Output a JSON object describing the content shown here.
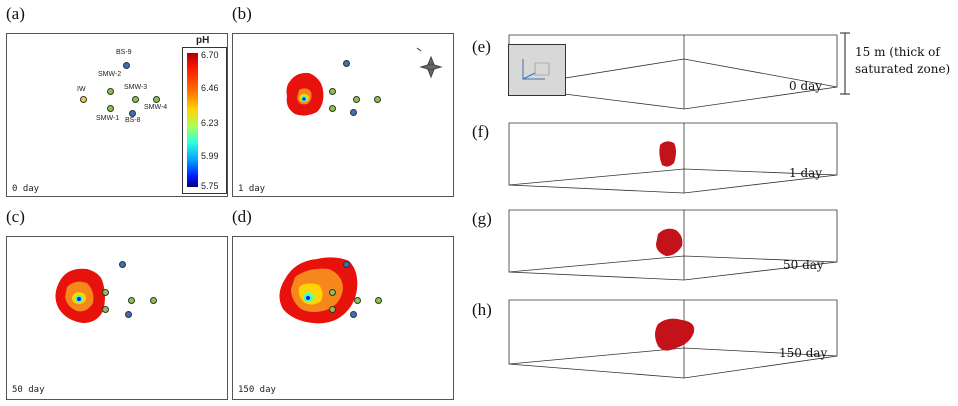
{
  "panels_2d": {
    "a": {
      "label": "(a)",
      "day": "0 day"
    },
    "b": {
      "label": "(b)",
      "day": "1 day"
    },
    "c": {
      "label": "(c)",
      "day": "50 day"
    },
    "d": {
      "label": "(d)",
      "day": "150 day"
    }
  },
  "wells": {
    "bs9": "BS-9",
    "smw2": "SMW-2",
    "smw3": "SMW-3",
    "iw": "IW",
    "smw4": "SMW-4",
    "smw1": "SMW-1",
    "bs8": "BS-8"
  },
  "colorbar": {
    "title": "pH",
    "ticks": [
      "6.70",
      "6.46",
      "6.23",
      "5.99",
      "5.75"
    ]
  },
  "panels_3d": {
    "e": {
      "label": "(e)",
      "day": "0 day"
    },
    "f": {
      "label": "(f)",
      "day": "1 day"
    },
    "g": {
      "label": "(g)",
      "day": "50 day"
    },
    "h": {
      "label": "(h)",
      "day": "150 day"
    }
  },
  "annotation": {
    "line1": "15 m (thick of",
    "line2": "saturated zone)"
  },
  "colors": {
    "plume_red": "#e8120c",
    "plume_orange": "#f6871d",
    "well_green": "#8fc24a",
    "well_blue": "#3b6fb6",
    "iw_yellow": "#e2d44a",
    "box3d_red": "#c4121a"
  }
}
